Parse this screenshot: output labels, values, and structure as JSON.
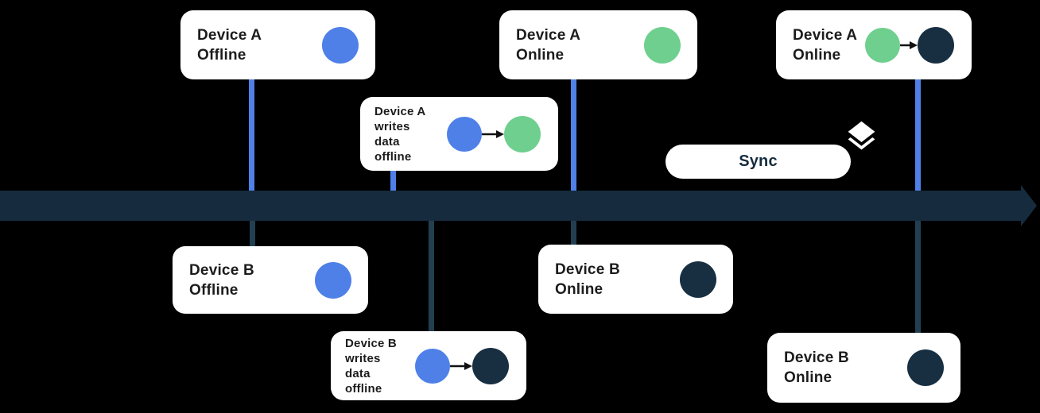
{
  "colors": {
    "background": "#000000",
    "timeline": "#162C3E",
    "connector_blue": "#4E80E8",
    "connector_dark": "#223F52",
    "dot_blue": "#4E80E8",
    "dot_green": "#6FCF8E",
    "dot_navy": "#182F42",
    "card_bg": "#FFFFFF",
    "text": "#1C1C1C"
  },
  "cards": {
    "a_offline": {
      "label": "Device A\nOffline"
    },
    "a_writes": {
      "label": "Device A\nwrites\ndata\noffline"
    },
    "a_online_1": {
      "label": "Device A\nOnline"
    },
    "a_online_2": {
      "label": "Device A\nOnline"
    },
    "b_offline": {
      "label": "Device B\nOffline"
    },
    "b_writes": {
      "label": "Device B\nwrites\ndata\noffline"
    },
    "b_online_1": {
      "label": "Device B\nOnline"
    },
    "b_online_2": {
      "label": "Device B\nOnline"
    }
  },
  "sync": {
    "label": "Sync",
    "icon": "layers-icon"
  }
}
